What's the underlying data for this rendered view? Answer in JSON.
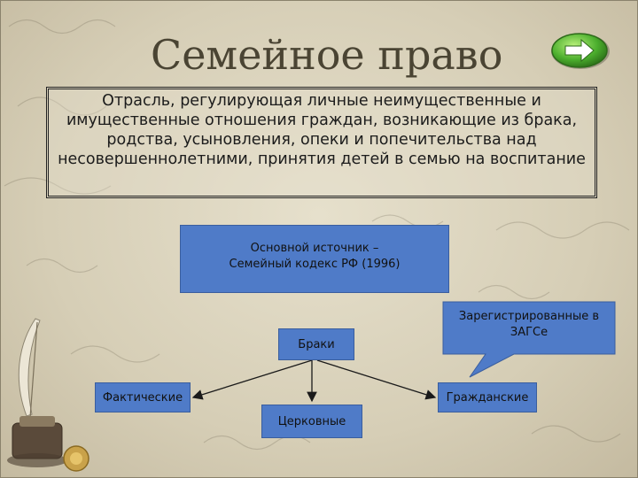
{
  "slide": {
    "title": "Семейное право",
    "definition": "Отрасль, регулирующая личные неимущественные и имущественные отношения граждан, возникающие из брака, родства, усыновления, опеки и попечительства над несовершеннолетними, принятия детей в семью на воспитание"
  },
  "diagram": {
    "source_line1": "Основной источник –",
    "source_line2": "Семейный кодекс РФ (1996)",
    "marriages": "Браки",
    "factual": "Фактические",
    "civil": "Гражданские",
    "church": "Церковные",
    "callout_line1": "Зарегистрированные в",
    "callout_line2": "ЗАГСе"
  },
  "colors": {
    "box_fill": "#4f7bc8",
    "title_color": "#4a4433",
    "next_button": "#4caf2e"
  },
  "icons": {
    "next": "green-arrow-right-icon",
    "decoration": "quill-inkwell-icon"
  }
}
